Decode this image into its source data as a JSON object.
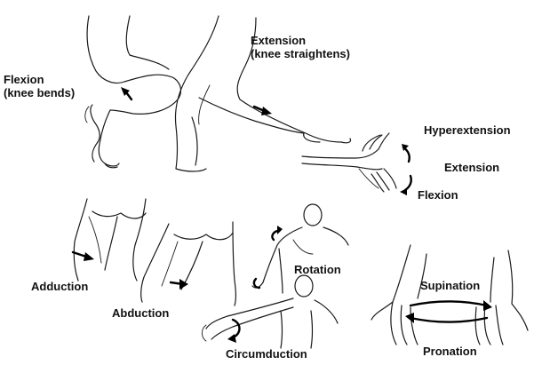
{
  "labels": {
    "flexion_knee_title": "Flexion",
    "flexion_knee_sub": "(knee bends)",
    "extension_knee_title": "Extension",
    "extension_knee_sub": "(knee straightens)",
    "hyperextension": "Hyperextension",
    "extension_wrist": "Extension",
    "flexion_wrist": "Flexion",
    "adduction": "Adduction",
    "abduction": "Abduction",
    "rotation": "Rotation",
    "circumduction": "Circumduction",
    "supination": "Supination",
    "pronation": "Pronation"
  },
  "colors": {
    "ink": "#1a1a1a",
    "text": "#111111",
    "background": "#ffffff"
  }
}
